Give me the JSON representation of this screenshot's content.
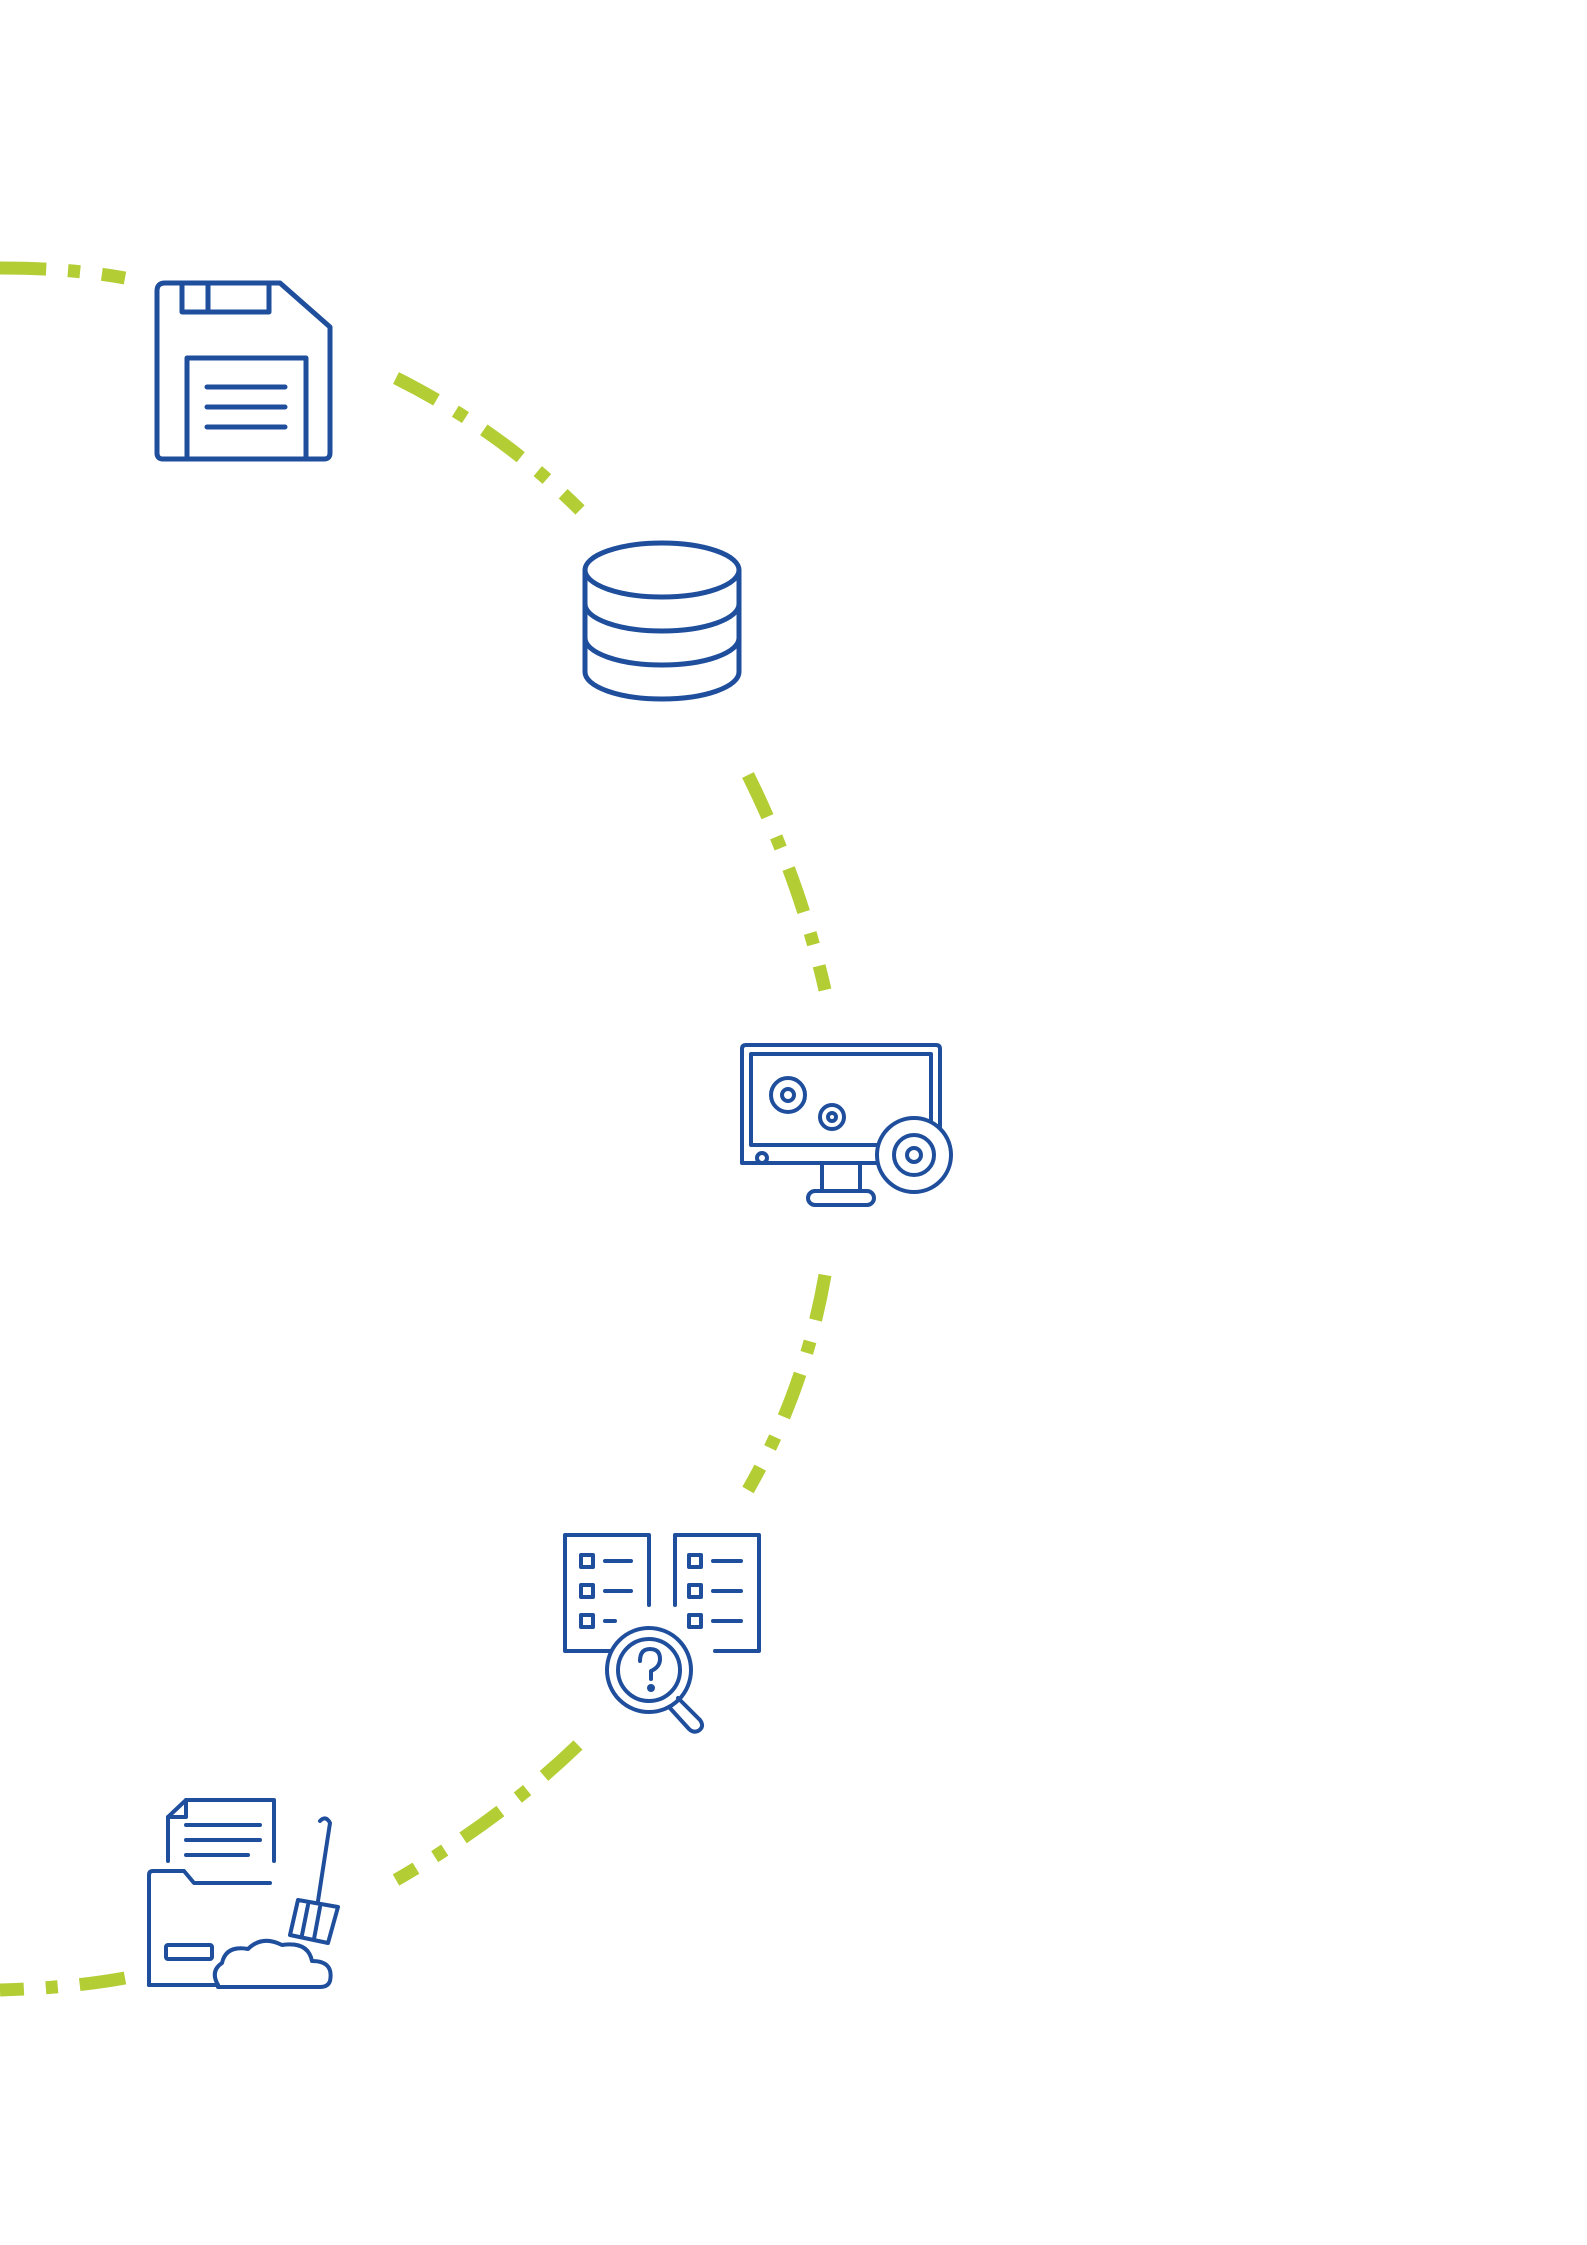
{
  "diagram": {
    "colors": {
      "icon": "#1f4f9c",
      "connector": "#b3cd35",
      "background": "#ffffff"
    },
    "nodes": [
      {
        "id": "save",
        "icon": "floppy-disk-icon"
      },
      {
        "id": "database",
        "icon": "database-icon"
      },
      {
        "id": "monitor",
        "icon": "monitor-settings-icon"
      },
      {
        "id": "inspect",
        "icon": "checklist-search-icon"
      },
      {
        "id": "clean",
        "icon": "folder-cleaning-icon"
      }
    ],
    "connector_style": "dash-dot"
  }
}
